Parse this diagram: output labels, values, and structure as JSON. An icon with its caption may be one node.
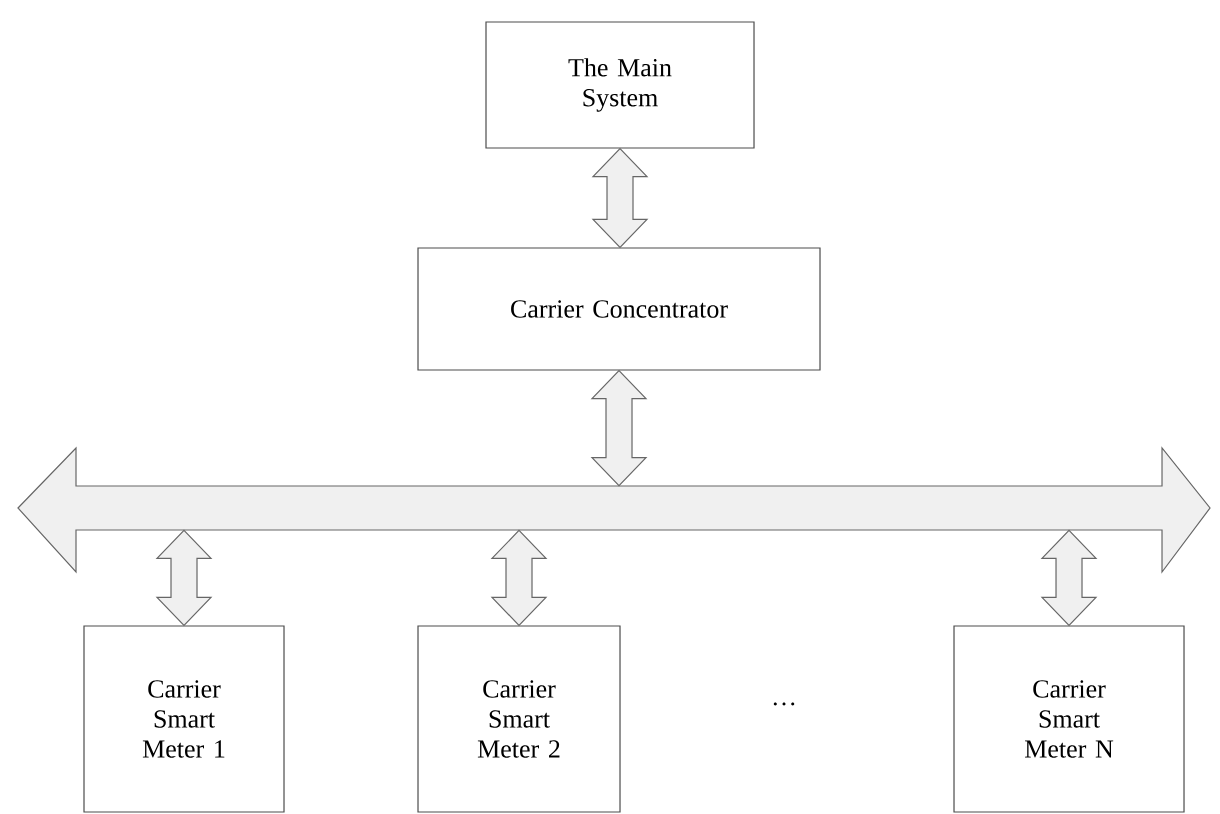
{
  "diagram": {
    "nodes": [
      {
        "text": [
          "The Main System"
        ]
      },
      {
        "text": [
          "Carrier Concentrator"
        ]
      },
      {
        "text": [],
        "shape": "bar"
      },
      {
        "text": [
          "Carrier Smart Meter 1"
        ]
      },
      {
        "text": [
          "Carrier Smart Meter 2"
        ]
      },
      {
        "text": [
          "Carrier Smart Meter N"
        ]
      }
    ],
    "edges": [
      {
        "from": 0,
        "to": 1,
        "arrow": "both"
      },
      {
        "from": 1,
        "to": 2,
        "arrow": "both"
      },
      {
        "from": 2,
        "to": 3,
        "arrow": "both"
      },
      {
        "from": 2,
        "to": 4,
        "arrow": "both"
      },
      {
        "from": 2,
        "to": 5,
        "arrow": "both"
      }
    ],
    "labels": [
      "…"
    ]
  }
}
